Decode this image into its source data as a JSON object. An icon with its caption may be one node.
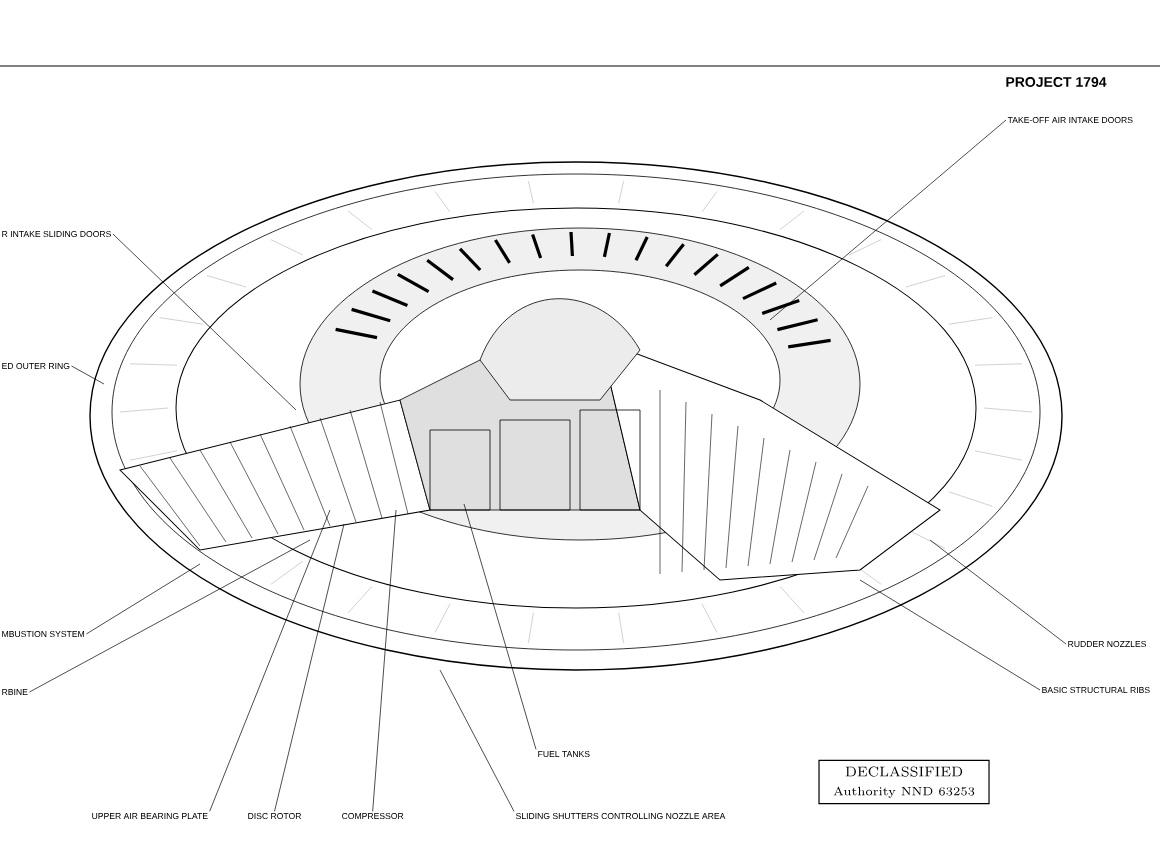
{
  "diagram": {
    "nodes": [
      {
        "text": [
          "TAKE-OFF AIR INTAKE DOORS"
        ]
      },
      {
        "text": [
          "R INTAKE SLIDING DOORS"
        ]
      },
      {
        "text": [
          "ED OUTER RING"
        ]
      },
      {
        "text": [
          "MBUSTION SYSTEM"
        ]
      },
      {
        "text": [
          "RBINE"
        ]
      },
      {
        "text": [
          "UPPER AIR BEARING PLATE"
        ]
      },
      {
        "text": [
          "DISC ROTOR"
        ]
      },
      {
        "text": [
          "COMPRESSOR"
        ]
      },
      {
        "text": [
          "FUEL TANKS"
        ]
      },
      {
        "text": [
          "SLIDING SHUTTERS CONTROLLING NOZZLE AREA"
        ]
      },
      {
        "text": [
          "RUDDER NOZZLES"
        ]
      },
      {
        "text": [
          "BASIC STRUCTURAL RIBS"
        ]
      },
      {
        "text": [
          "DECLASSIFIED",
          "Authority NND 63253"
        ]
      }
    ],
    "edges": [
      {
        "from": 0,
        "to": null,
        "arrow": "none"
      },
      {
        "from": 1,
        "to": null,
        "arrow": "none"
      },
      {
        "from": 2,
        "to": null,
        "arrow": "none"
      },
      {
        "from": 3,
        "to": null,
        "arrow": "none"
      },
      {
        "from": 4,
        "to": null,
        "arrow": "none"
      },
      {
        "from": 5,
        "to": null,
        "arrow": "none"
      },
      {
        "from": 6,
        "to": null,
        "arrow": "none"
      },
      {
        "from": 7,
        "to": null,
        "arrow": "none"
      },
      {
        "from": 8,
        "to": null,
        "arrow": "none"
      },
      {
        "from": 9,
        "to": null,
        "arrow": "none"
      },
      {
        "from": 10,
        "to": null,
        "arrow": "none"
      },
      {
        "from": 11,
        "to": null,
        "arrow": "none"
      }
    ],
    "labels": [
      "PROJECT 1794"
    ]
  }
}
